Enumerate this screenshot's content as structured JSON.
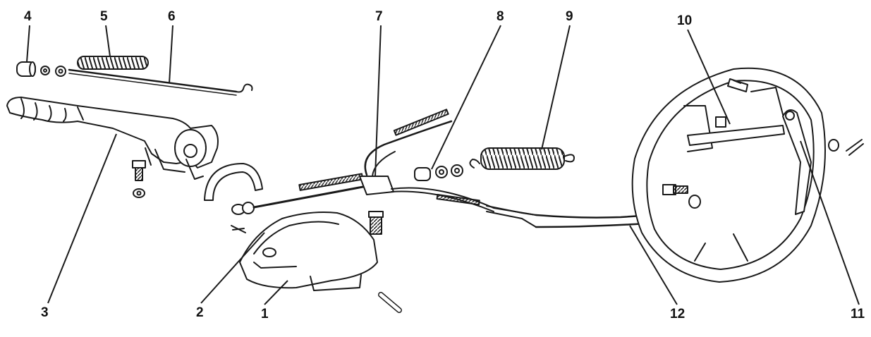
{
  "diagram": {
    "callouts": [
      {
        "id": "c1",
        "text": "1"
      },
      {
        "id": "c2",
        "text": "2"
      },
      {
        "id": "c3",
        "text": "3"
      },
      {
        "id": "c4",
        "text": "4"
      },
      {
        "id": "c5",
        "text": "5"
      },
      {
        "id": "c6",
        "text": "6"
      },
      {
        "id": "c7",
        "text": "7"
      },
      {
        "id": "c8",
        "text": "8"
      },
      {
        "id": "c9",
        "text": "9"
      },
      {
        "id": "c10",
        "text": "10"
      },
      {
        "id": "c11",
        "text": "11"
      },
      {
        "id": "c12",
        "text": "12"
      }
    ]
  },
  "colors": {
    "line": "#1a1a1a",
    "background": "#ffffff"
  }
}
